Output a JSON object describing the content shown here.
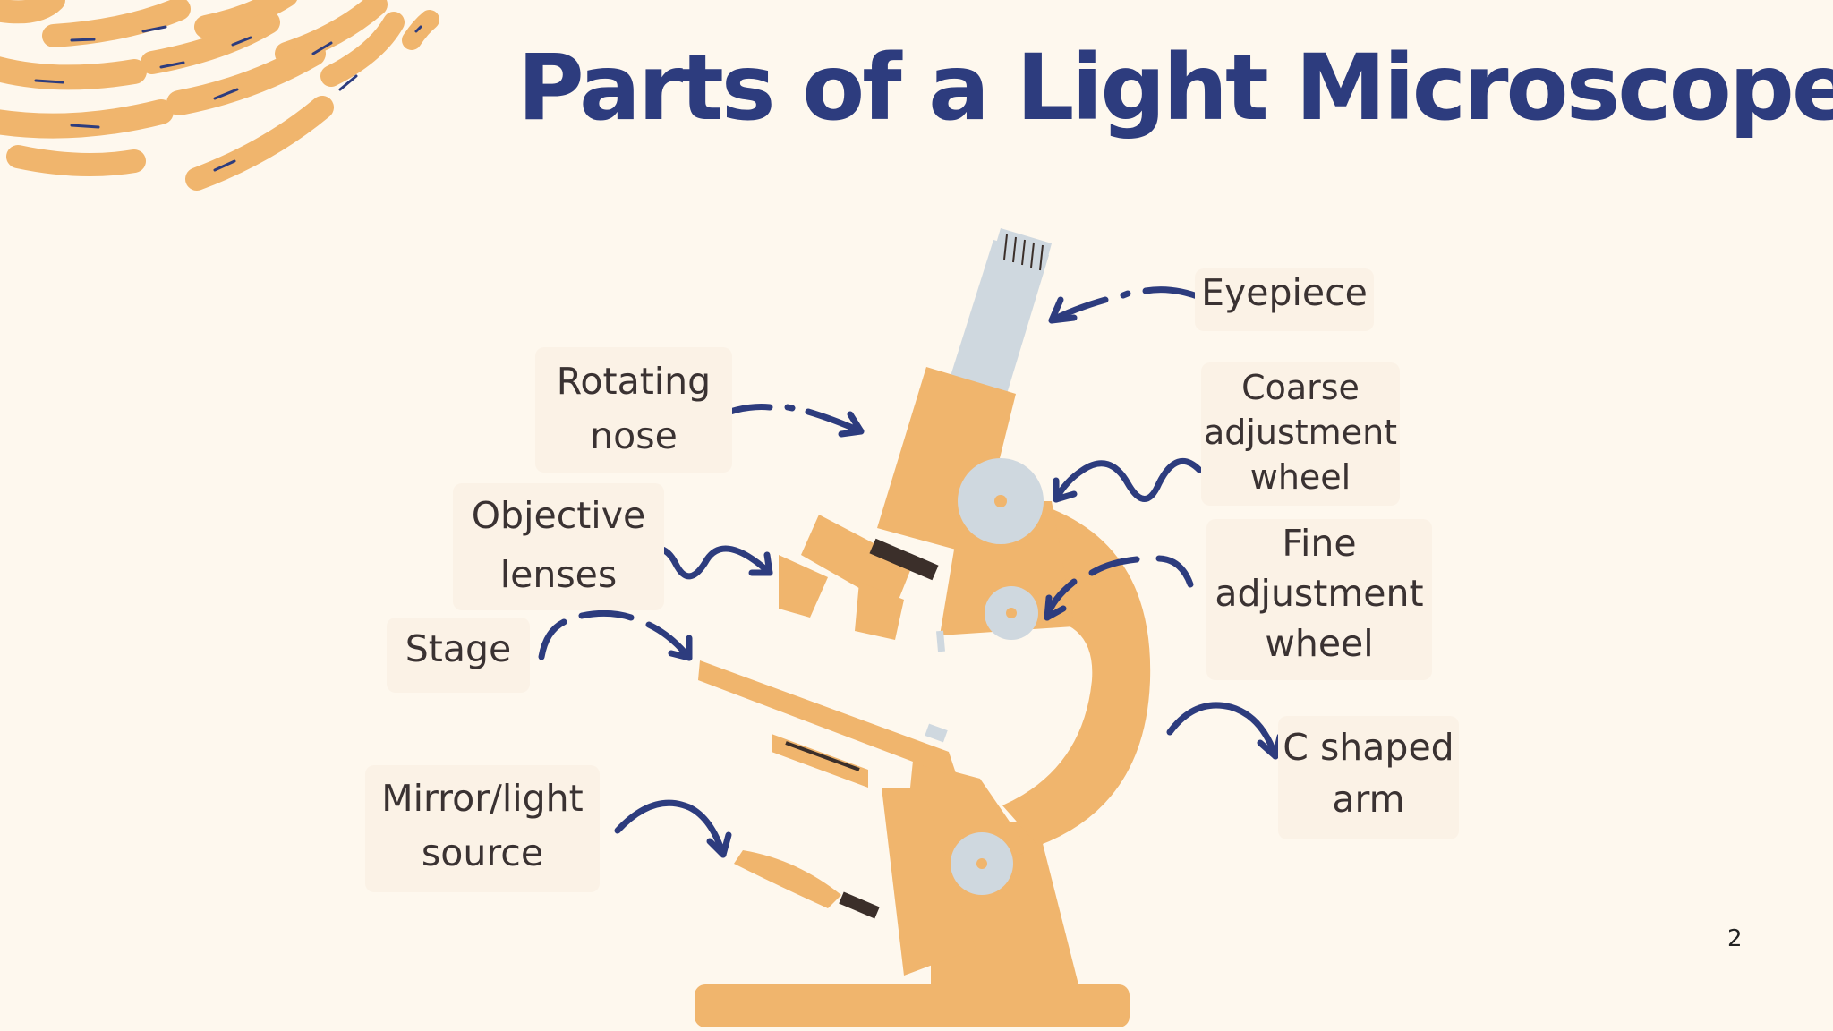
{
  "slide": {
    "title": "Parts of a Light Microscope",
    "page_number": "2"
  },
  "labels": {
    "eyepiece": "Eyepiece",
    "rotating_nose": "Rotating\nnose",
    "coarse_adjustment_wheel": "Coarse\nadjustment\nwheel",
    "objective_lenses": "Objective\nlenses",
    "fine_adjustment_wheel": "Fine\nadjustment\nwheel",
    "stage": "Stage",
    "c_shaped_arm": "C shaped\narm",
    "mirror_light_source": "Mirror/light\nsource"
  },
  "colors": {
    "background": "#fef8ee",
    "title": "#2d3c7e",
    "arrow": "#2d3c7e",
    "microscope_body": "#f0b56d",
    "microscope_dark": "#3b2f2a",
    "lens_grey": "#cfd8df",
    "label_text": "#3a3232"
  },
  "icons": {
    "decoration": "bacteria-pattern-icon",
    "illustration": "microscope-icon"
  }
}
